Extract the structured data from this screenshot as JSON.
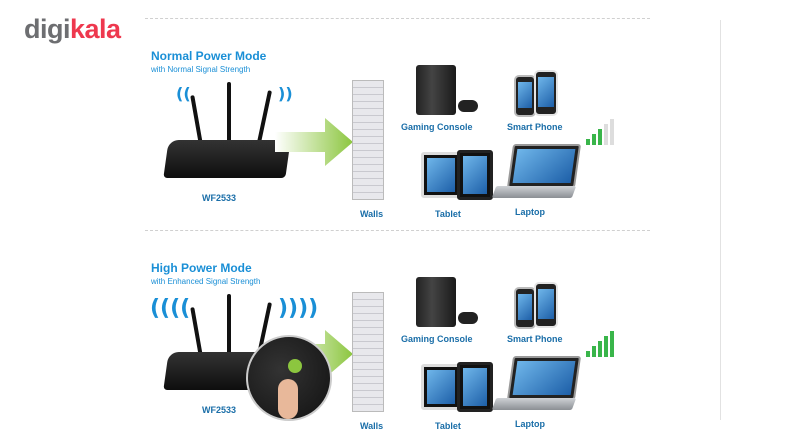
{
  "logo": {
    "part1": "digi",
    "part2": "kala"
  },
  "colors": {
    "accent": "#1a8fd6",
    "label": "#1a6ea8",
    "brand": "#ee384e",
    "arrow": "#8cc63f",
    "signal": "#39b54a"
  },
  "panels": [
    {
      "title": "Normal Power Mode",
      "subtitle": "with Normal Signal Strength",
      "router_label": "WF2533",
      "walls_label": "Walls",
      "devices": {
        "console": "Gaming Console",
        "phone": "Smart Phone",
        "tablet": "Tablet",
        "laptop": "Laptop"
      },
      "signal_bars_lit": 3,
      "signal_bars_total": 5
    },
    {
      "title": "High Power Mode",
      "subtitle": "with Enhanced Signal Strength",
      "router_label": "WF2533",
      "walls_label": "Walls",
      "devices": {
        "console": "Gaming Console",
        "phone": "Smart Phone",
        "tablet": "Tablet",
        "laptop": "Laptop"
      },
      "signal_bars_lit": 5,
      "signal_bars_total": 5
    }
  ]
}
